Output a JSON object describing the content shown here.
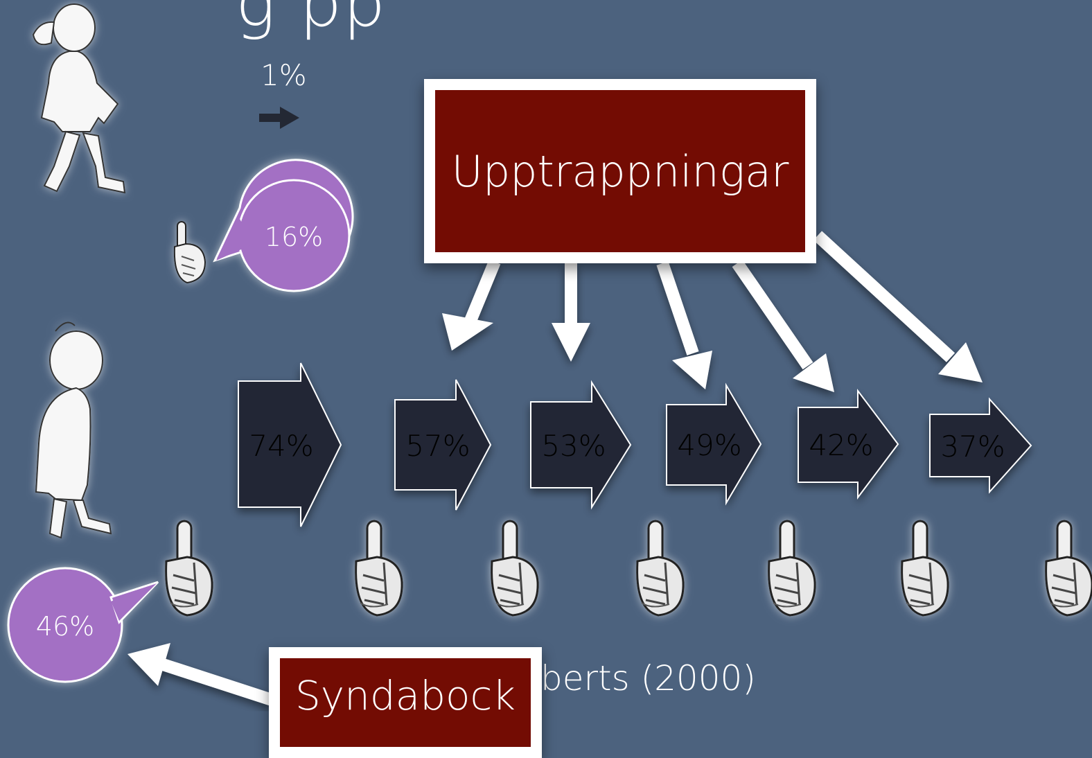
{
  "slide": {
    "title_fragment": "g    pp",
    "initial_rate": "1%",
    "citation": "berts (2000)"
  },
  "callouts": {
    "escalations": "Upptrappningar",
    "scapegoat": "Syndabock"
  },
  "bubbles": {
    "top_girl": "16%",
    "sad_girl": "46%"
  },
  "steps": [
    "74%",
    "57%",
    "53%",
    "49%",
    "42%",
    "37%"
  ],
  "colors": {
    "background": "#4c627e",
    "arrow_fill": "#232834",
    "callout_red": "#730c03",
    "bubble_purple": "#a36fc4"
  }
}
